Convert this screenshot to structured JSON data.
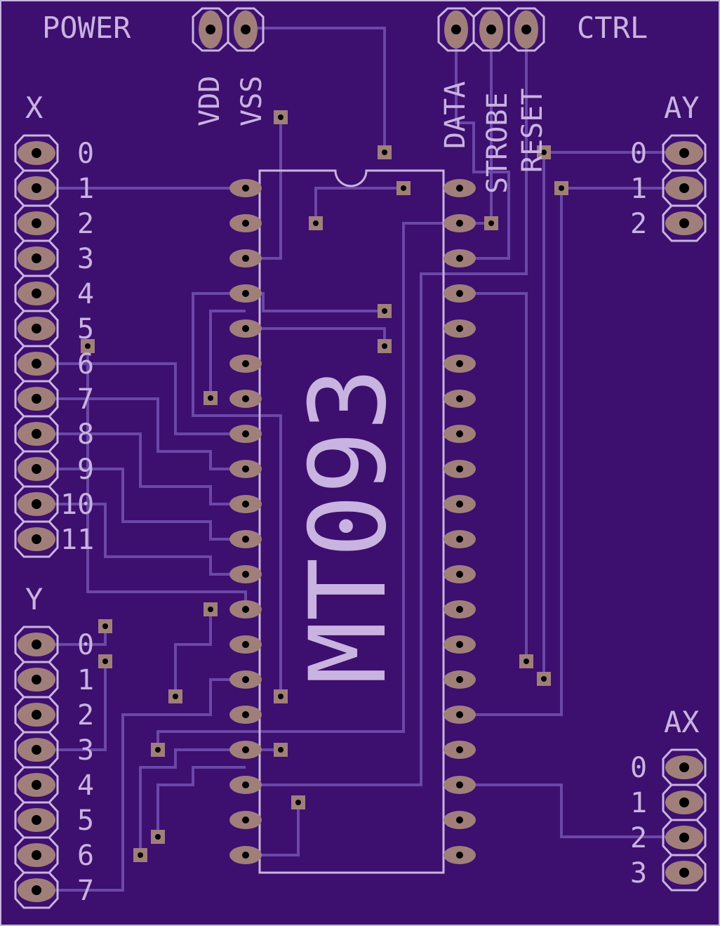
{
  "colors": {
    "board": "#3d0f6e",
    "silkscreen": "#c9b3e0",
    "copper": "#a07f7a",
    "trace": "#6b47a8",
    "drill": "#000000"
  },
  "chip_label": "MT093",
  "power": {
    "title": "POWER",
    "pins": [
      "VDD",
      "VSS"
    ]
  },
  "ctrl": {
    "title": "CTRL",
    "pins": [
      "DATA",
      "STROBE",
      "RESET"
    ]
  },
  "x_header": {
    "title": "X",
    "pins": [
      "0",
      "1",
      "2",
      "3",
      "4",
      "5",
      "6",
      "7",
      "8",
      "9",
      "10",
      "11"
    ]
  },
  "y_header": {
    "title": "Y",
    "pins": [
      "0",
      "1",
      "2",
      "3",
      "4",
      "5",
      "6",
      "7"
    ]
  },
  "ay_header": {
    "title": "AY",
    "pins": [
      "0",
      "1",
      "2"
    ]
  },
  "ax_header": {
    "title": "AX",
    "pins": [
      "0",
      "1",
      "2",
      "3"
    ]
  },
  "dip": {
    "pins_per_side": 20
  }
}
